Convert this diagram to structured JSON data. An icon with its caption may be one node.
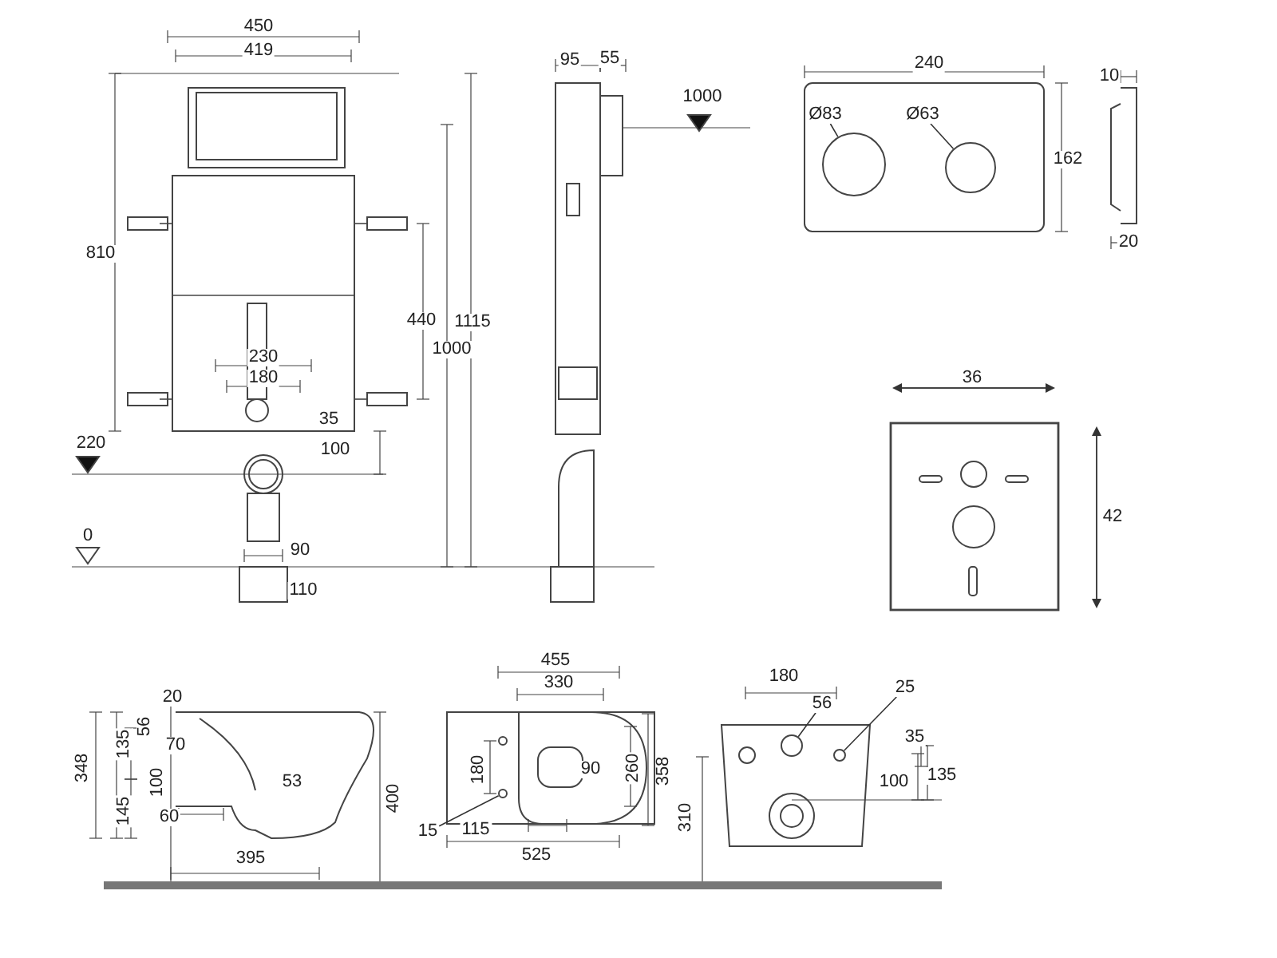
{
  "diagram": {
    "nodes": [
      {
        "text": [
          "Ø83"
        ]
      },
      {
        "text": [],
        "shape": "circle"
      },
      {
        "text": [
          "Ø63"
        ]
      },
      {
        "text": [],
        "shape": "circle"
      },
      {
        "text": [
          "15"
        ]
      },
      {
        "text": [],
        "shape": "circle"
      },
      {
        "text": [
          "56"
        ]
      },
      {
        "text": [],
        "shape": "circle"
      },
      {
        "text": [
          "25"
        ]
      },
      {
        "text": [],
        "shape": "circle"
      }
    ],
    "edges": [
      {
        "from": 0,
        "to": 1,
        "arrow": "none"
      },
      {
        "from": 2,
        "to": 3,
        "arrow": "none"
      },
      {
        "from": 4,
        "to": 5,
        "arrow": "none"
      },
      {
        "from": 6,
        "to": 7,
        "arrow": "none"
      },
      {
        "from": 8,
        "to": 9,
        "arrow": "none"
      }
    ],
    "labels": [
      "450",
      "419",
      "95",
      "55",
      "1000",
      "240",
      "10",
      "162",
      "810",
      "440",
      "1115",
      "1000",
      "20",
      "230",
      "180",
      "35",
      "36",
      "220",
      "100",
      "42",
      "0",
      "90",
      "110",
      "20",
      "56",
      "70",
      "348",
      "135",
      "100",
      "53",
      "145",
      "60",
      "395",
      "400",
      "455",
      "330",
      "180",
      "90",
      "260",
      "358",
      "115",
      "525",
      "310",
      "180",
      "35",
      "100",
      "135"
    ]
  }
}
